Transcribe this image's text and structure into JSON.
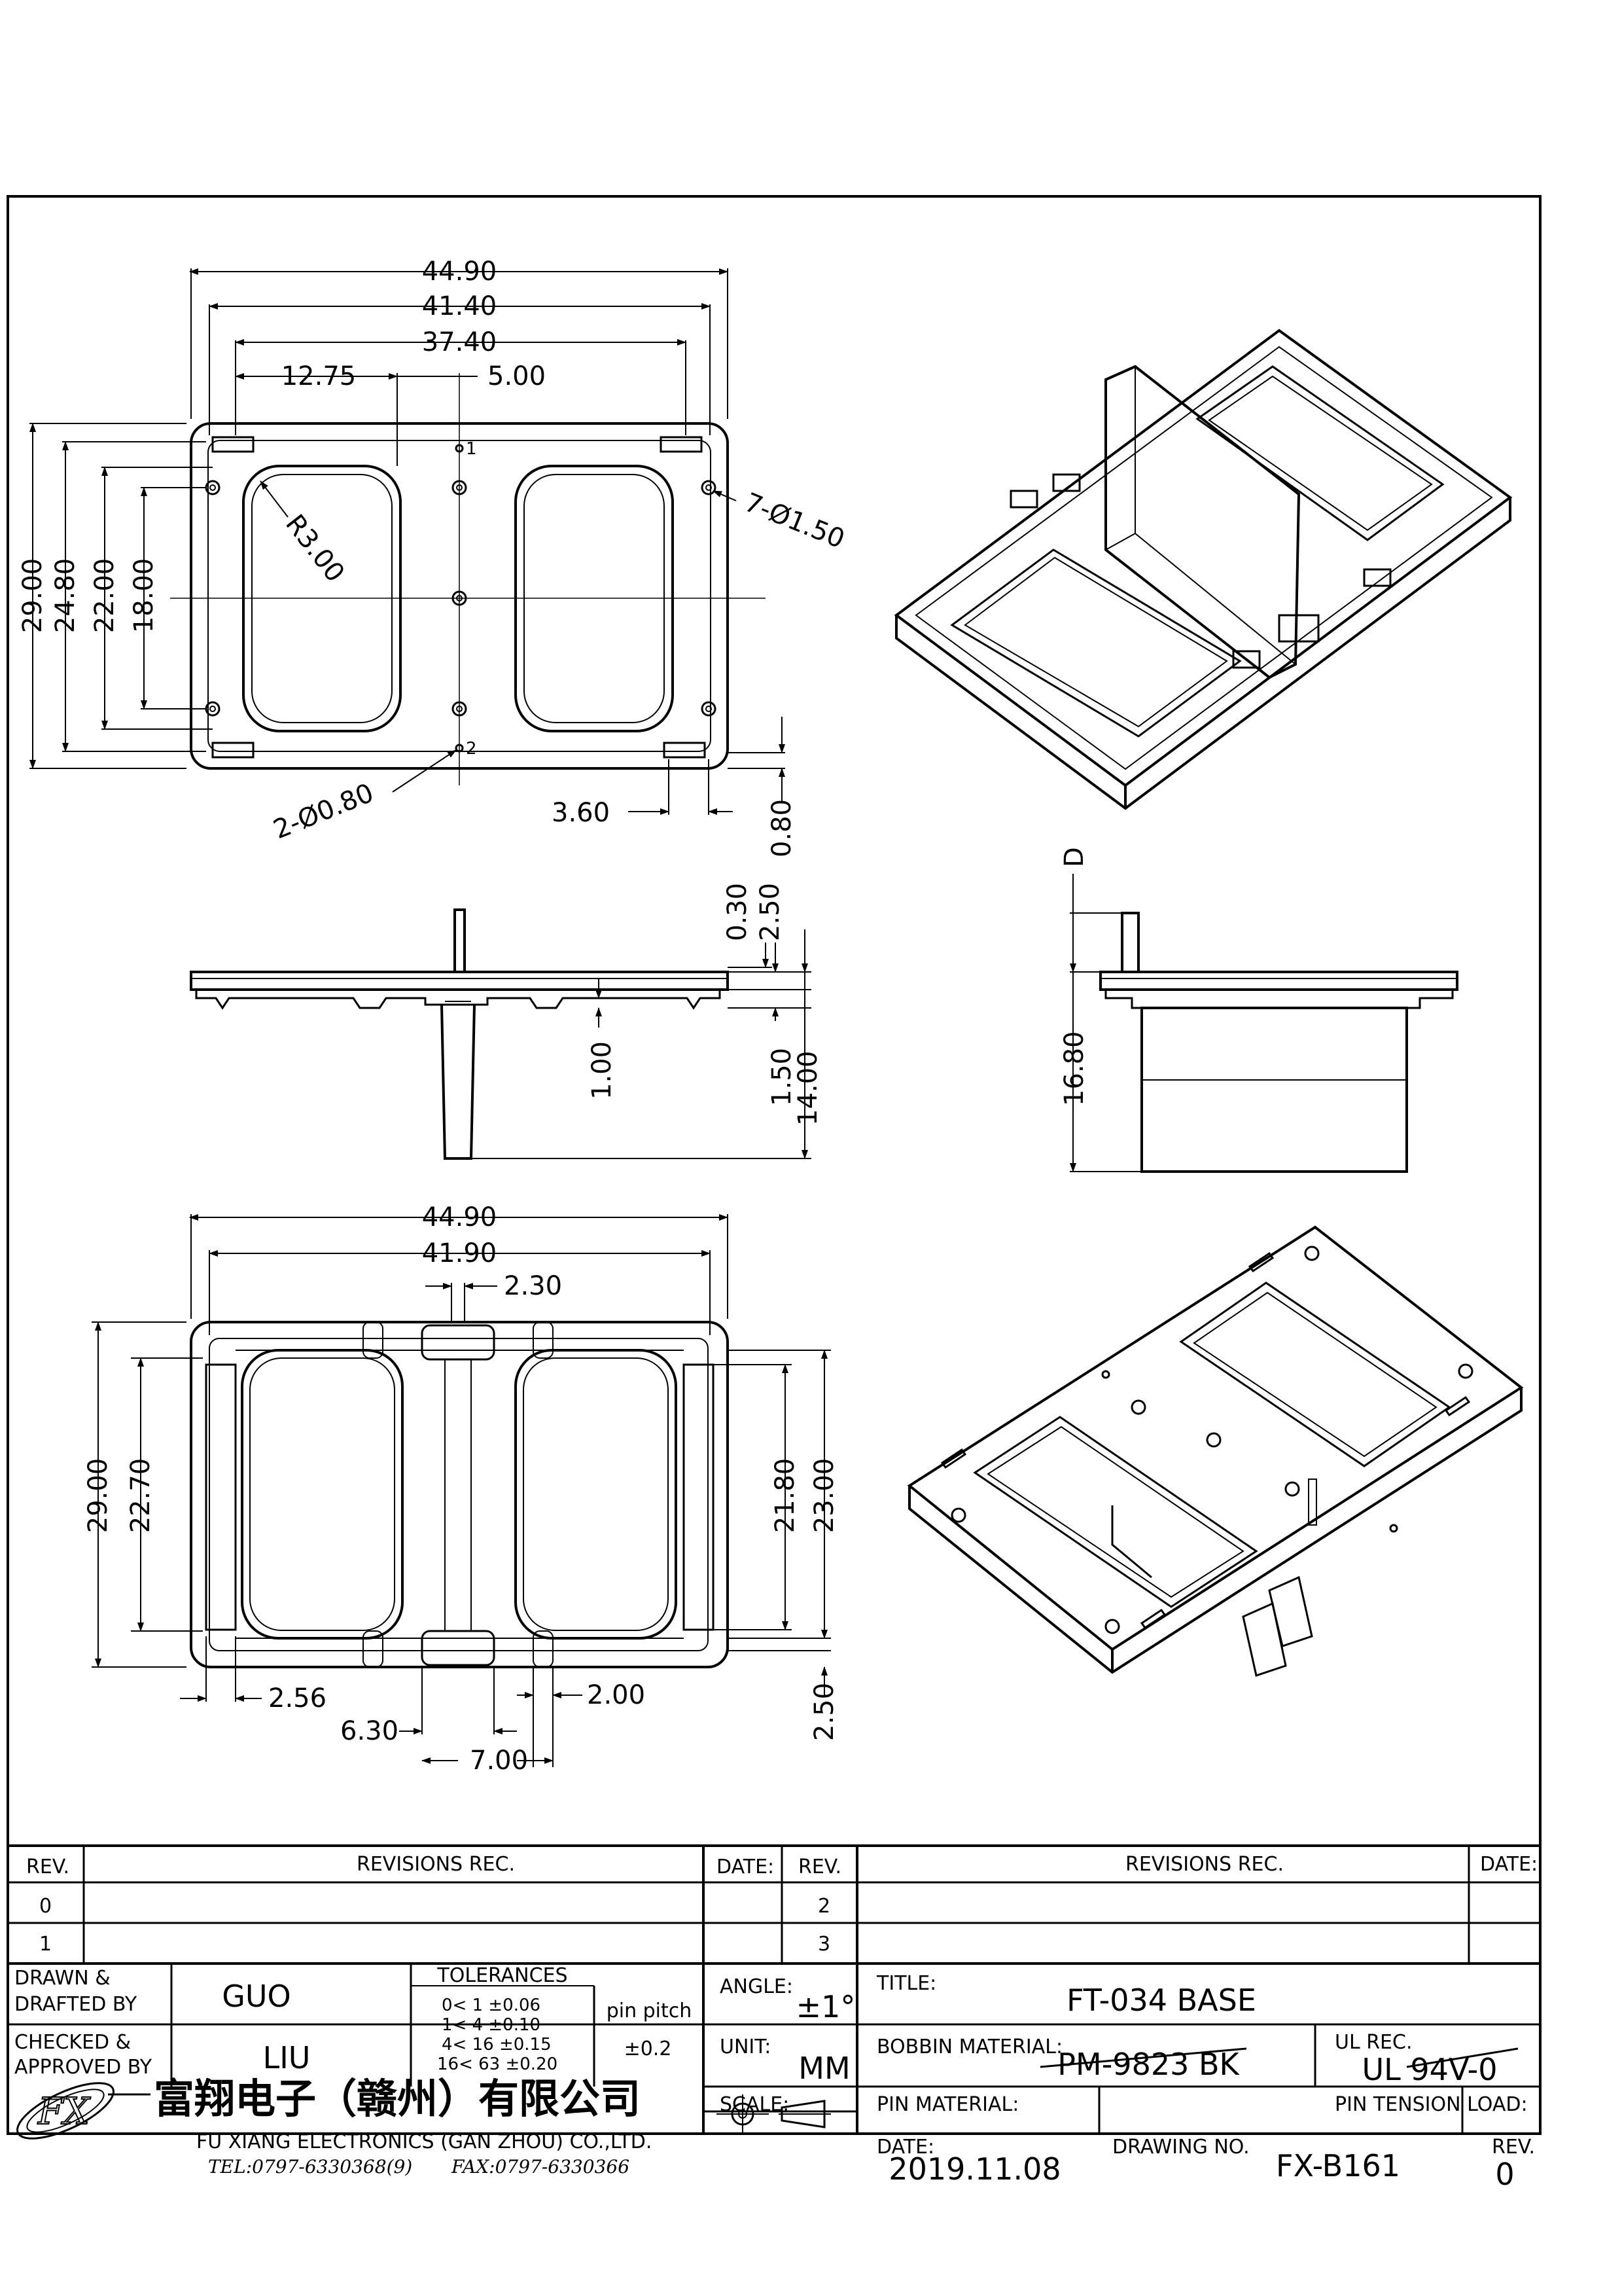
{
  "drawing": {
    "top_view": {
      "dims": [
        "44.90",
        "41.40",
        "37.40",
        "12.75",
        "5.00",
        "29.00",
        "24.80",
        "22.00",
        "18.00",
        "R3.00",
        "7-Ø1.50",
        "2-Ø0.80",
        "3.60",
        "0.80"
      ],
      "pin_labels": [
        "1",
        "2"
      ]
    },
    "side_view": {
      "dims": [
        "0.30",
        "2.50",
        "1.00",
        "1.50",
        "14.00"
      ]
    },
    "end_view": {
      "dims": [
        "D",
        "16.80"
      ]
    },
    "bottom_view": {
      "dims": [
        "44.90",
        "41.90",
        "2.30",
        "29.00",
        "22.70",
        "21.80",
        "23.00",
        "2.56",
        "6.30",
        "2.00",
        "7.00",
        "2.50"
      ]
    }
  },
  "title_block": {
    "rev_header": "REV.",
    "revisions_header": "REVISIONS  REC.",
    "date_header": "DATE:",
    "rev_rows_left": [
      "0",
      "1"
    ],
    "rev_rows_right": [
      "2",
      "3"
    ],
    "drawn_label": "DRAWN &\nDRAFTED BY",
    "drawn_label_1": "DRAWN  &",
    "drawn_label_2": "DRAFTED BY",
    "drawn_value": "GUO",
    "checked_label_1": "CHECKED &",
    "checked_label_2": "APPROVED BY",
    "checked_value": "LIU",
    "tolerances_header": "TOLERANCES",
    "tolerance_rows": [
      "0<   1   ±0.06",
      "1<   4   ±0.10",
      "4<  16  ±0.15",
      "16<  63  ±0.20"
    ],
    "pin_pitch_label": "pin pitch",
    "pin_pitch_value": "±0.2",
    "angle_label": "ANGLE:",
    "angle_value": "±1°",
    "unit_label": "UNIT:",
    "unit_value": "MM",
    "scale_label": "SCALE:",
    "title_label": "TITLE:",
    "title_value": "FT-034  BASE",
    "bobbin_label": "BOBBIN MATERIAL:",
    "bobbin_value": "PM-9823  BK",
    "ul_label": "UL REC.",
    "ul_value": "UL  94V-0",
    "pin_material_label": "PIN MATERIAL:",
    "pin_tension_label": "PIN TENSION LOAD:",
    "date_label": "DATE:",
    "date_value": "2019.11.08",
    "drawing_no_label": "DRAWING NO.",
    "drawing_no_value": "FX-B161",
    "rev_label": "REV.",
    "rev_value": "0",
    "company_cn": "富翔电子（赣州）有限公司",
    "company_en": "FU XIANG ELECTRONICS (GAN ZHOU) CO.,LTD.",
    "tel": "TEL:0797-6330368(9)",
    "fax": "FAX:0797-6330366"
  }
}
